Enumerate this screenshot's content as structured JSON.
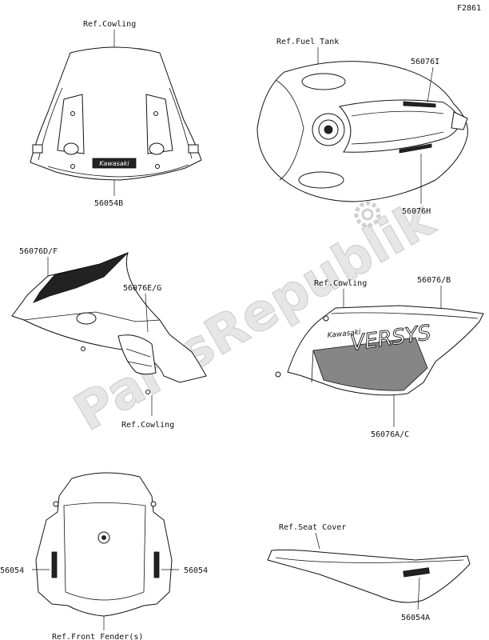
{
  "figure_code": "F2861",
  "watermark": "PartsRepublik",
  "groups": {
    "windshield": {
      "ref": "Ref.Cowling",
      "part": "56054B",
      "decal_text": "Kawasaki"
    },
    "fuel_tank": {
      "ref": "Ref.Fuel Tank",
      "part_i": "56076I",
      "part_h": "56076H"
    },
    "left_cowling": {
      "part_df": "56076D/F",
      "part_eg": "56076E/G",
      "ref": "Ref.Cowling"
    },
    "right_cowling": {
      "ref": "Ref.Cowling",
      "part_b": "56076/B",
      "part_ac": "56076A/C",
      "decal_brand": "Kawasaki",
      "decal_model": "VERSYS"
    },
    "front_fender": {
      "part_left": "56054",
      "part_right": "56054",
      "ref": "Ref.Front Fender(s)"
    },
    "seat_cover": {
      "ref": "Ref.Seat Cover",
      "part": "56054A"
    }
  }
}
